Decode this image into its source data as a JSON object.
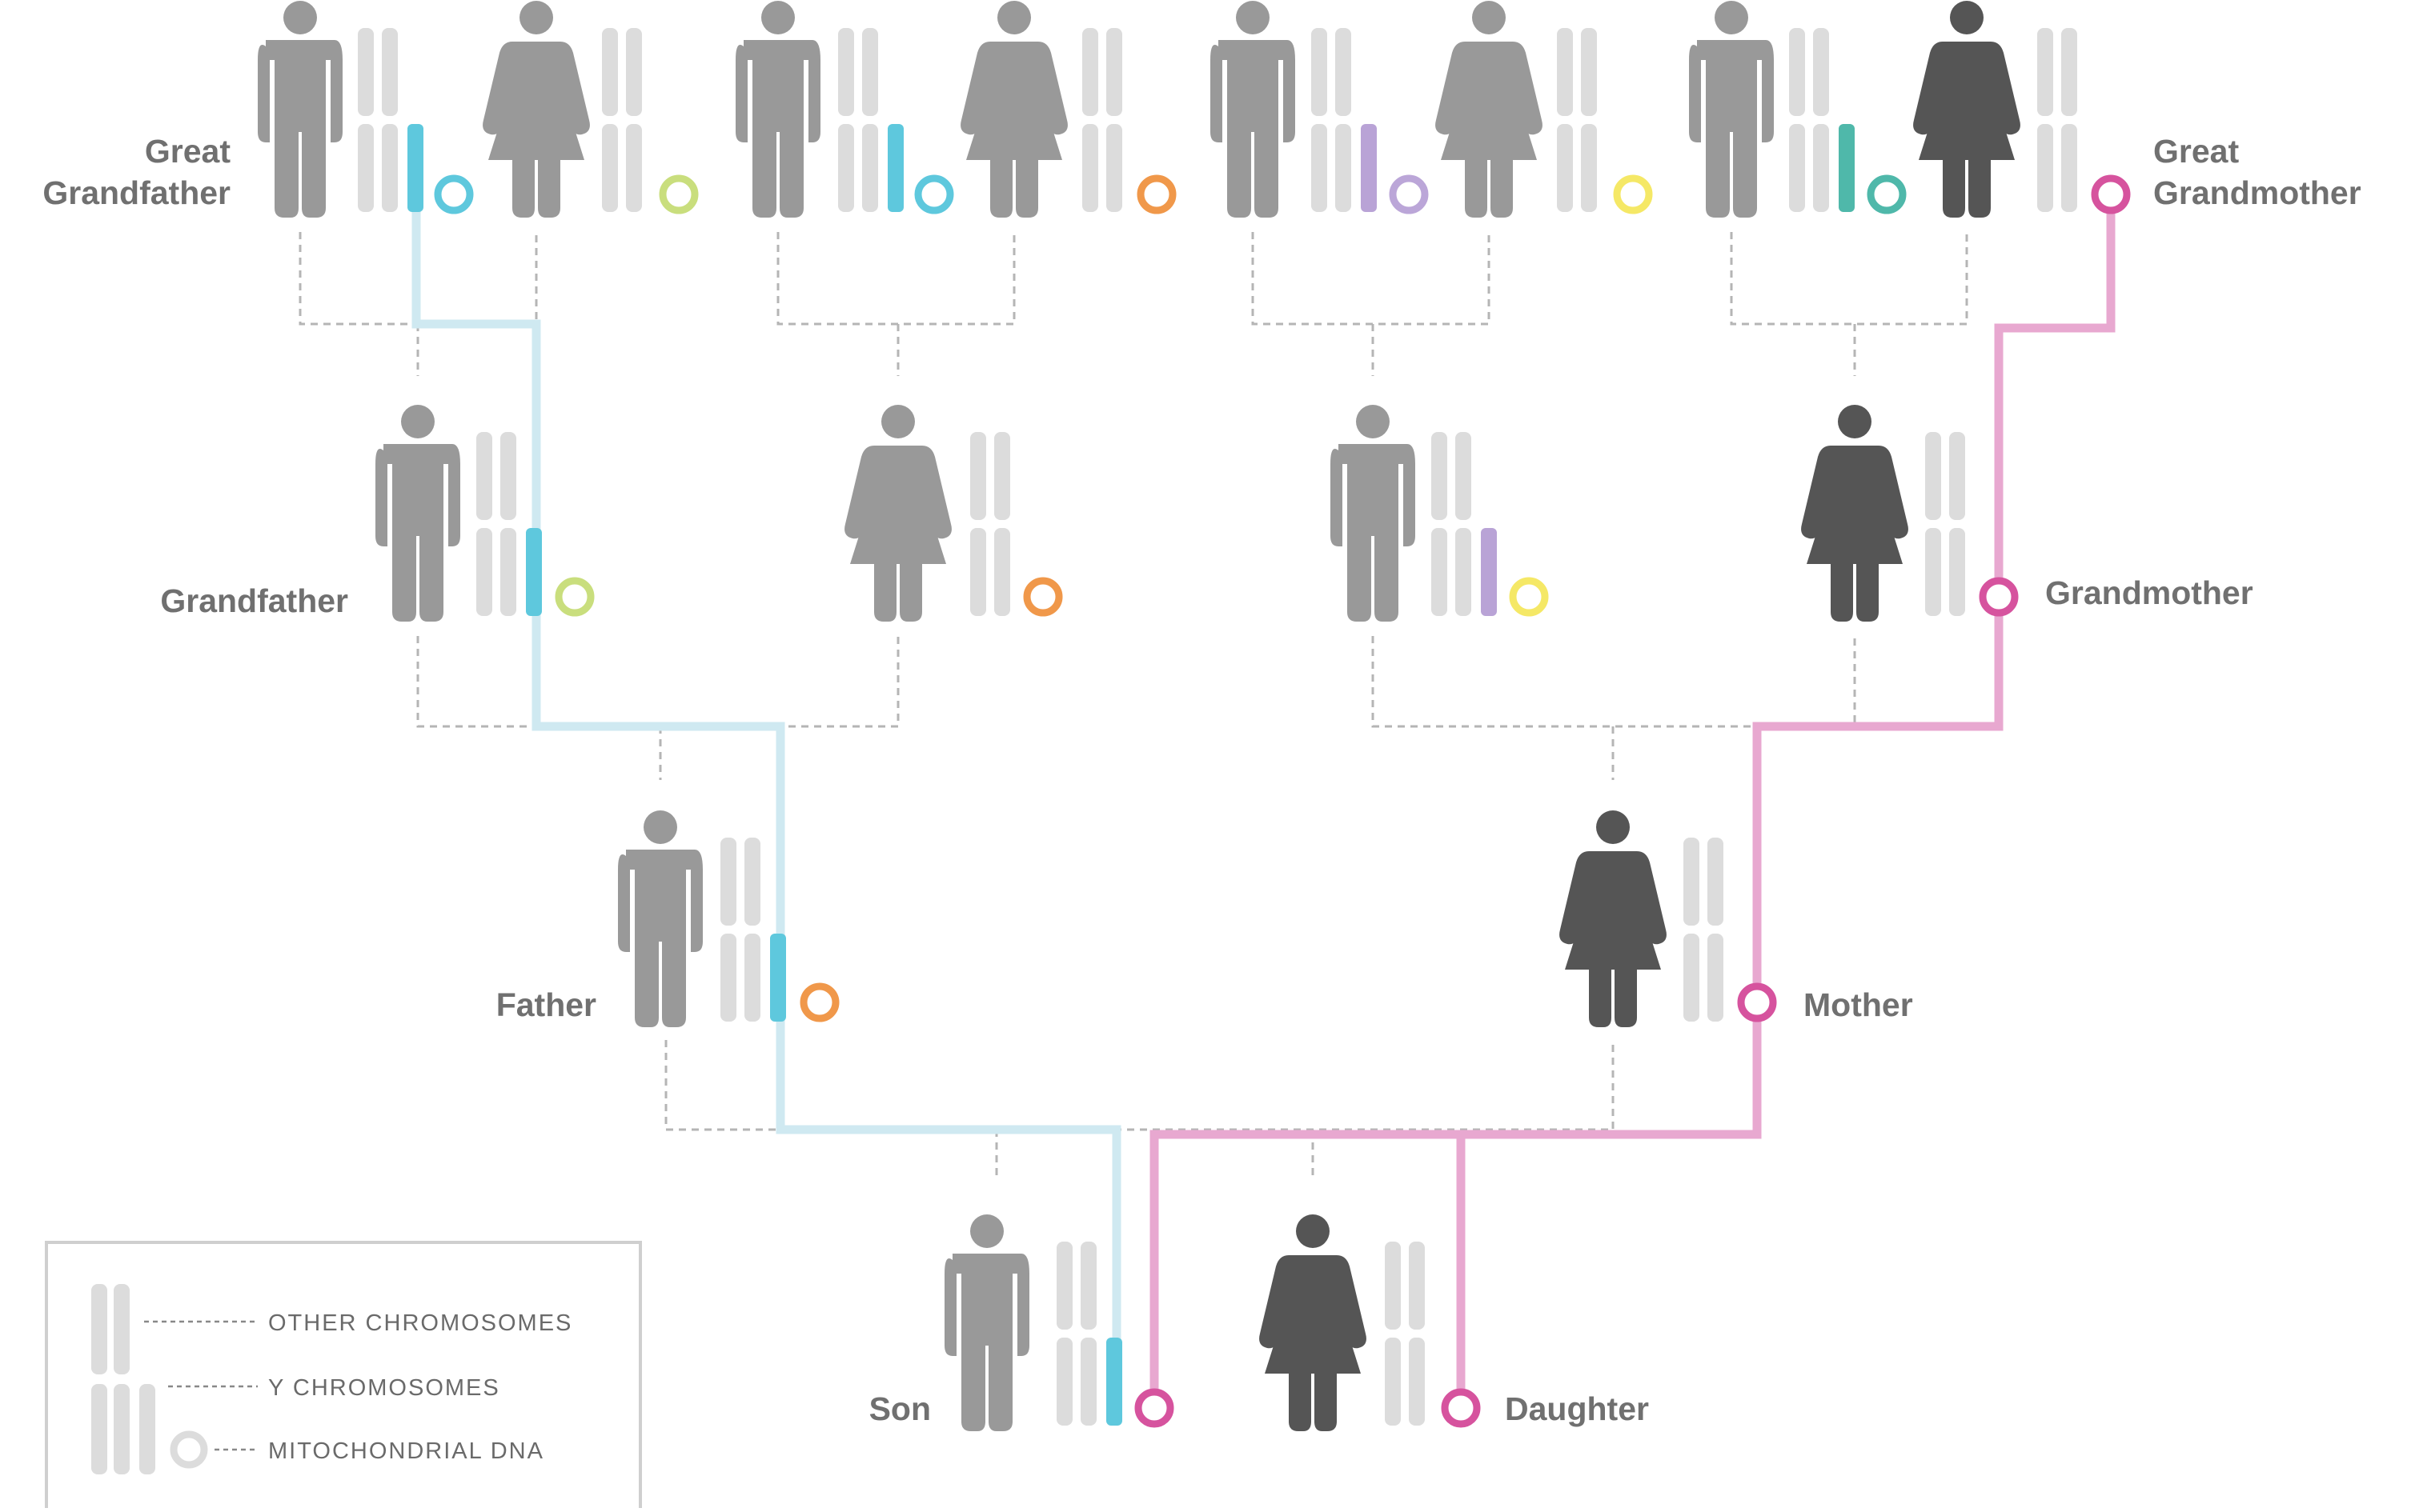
{
  "labels": {
    "great_grandfather_line1": "Great",
    "great_grandfather_line2": "Grandfather",
    "great_grandmother_line1": "Great",
    "great_grandmother_line2": "Grandmother",
    "grandfather": "Grandfather",
    "grandmother": "Grandmother",
    "father": "Father",
    "mother": "Mother",
    "son": "Son",
    "daughter": "Daughter"
  },
  "legend": {
    "other_chromosomes": "OTHER CHROMOSOMES",
    "y_chromosomes": "Y CHROMOSOMES",
    "mitochondrial_dna": "MITOCHONDRIAL DNA"
  },
  "colors": {
    "figure_gray": "#999999",
    "figure_dark": "#555555",
    "chromosome_gray": "#dcdcdc",
    "y_line_light_blue": "#cfe9f1",
    "mito_line_pink": "#e8a8d0",
    "mito_ring_pink": "#d6539e",
    "y_blue": "#5ec8dd",
    "y_purple": "#b9a3d6",
    "y_teal": "#4fb8aa",
    "ring_cyan": "#5ec8dd",
    "ring_lime": "#c9de7d",
    "ring_orange": "#f0984a",
    "ring_lavender": "#bba6d8",
    "ring_yellow": "#f5e866",
    "ring_teal": "#4fb8aa",
    "ring_gray": "#dcdcdc",
    "dash_gray": "#b5b5b5"
  },
  "people": [
    {
      "role": "great-grandfather-1",
      "sex": "male",
      "shade": "figure_gray",
      "y": "y_blue",
      "ring": "ring_cyan"
    },
    {
      "role": "great-grandmother-1",
      "sex": "female",
      "shade": "figure_gray",
      "y": null,
      "ring": "ring_lime"
    },
    {
      "role": "great-grandfather-2",
      "sex": "male",
      "shade": "figure_gray",
      "y": "y_blue",
      "ring": "ring_cyan"
    },
    {
      "role": "great-grandmother-2",
      "sex": "female",
      "shade": "figure_gray",
      "y": null,
      "ring": "ring_orange"
    },
    {
      "role": "great-grandfather-3",
      "sex": "male",
      "shade": "figure_gray",
      "y": "y_purple",
      "ring": "ring_lavender"
    },
    {
      "role": "great-grandmother-3",
      "sex": "female",
      "shade": "figure_gray",
      "y": null,
      "ring": "ring_yellow"
    },
    {
      "role": "great-grandfather-4",
      "sex": "male",
      "shade": "figure_gray",
      "y": "y_teal",
      "ring": "ring_teal"
    },
    {
      "role": "great-grandmother-4",
      "sex": "female",
      "shade": "figure_dark",
      "y": null,
      "ring": "mito_ring_pink"
    },
    {
      "role": "grandfather-paternal",
      "sex": "male",
      "shade": "figure_gray",
      "y": "y_blue",
      "ring": "ring_lime"
    },
    {
      "role": "grandmother-paternal",
      "sex": "female",
      "shade": "figure_gray",
      "y": null,
      "ring": "ring_orange"
    },
    {
      "role": "grandfather-maternal",
      "sex": "male",
      "shade": "figure_gray",
      "y": "y_purple",
      "ring": "ring_yellow"
    },
    {
      "role": "grandmother-maternal",
      "sex": "female",
      "shade": "figure_dark",
      "y": null,
      "ring": "mito_ring_pink"
    },
    {
      "role": "father",
      "sex": "male",
      "shade": "figure_gray",
      "y": "y_blue",
      "ring": "ring_orange"
    },
    {
      "role": "mother",
      "sex": "female",
      "shade": "figure_dark",
      "y": null,
      "ring": "mito_ring_pink"
    },
    {
      "role": "son",
      "sex": "male",
      "shade": "figure_gray",
      "y": "y_blue",
      "ring": "mito_ring_pink"
    },
    {
      "role": "daughter",
      "sex": "female",
      "shade": "figure_dark",
      "y": null,
      "ring": "mito_ring_pink"
    }
  ]
}
